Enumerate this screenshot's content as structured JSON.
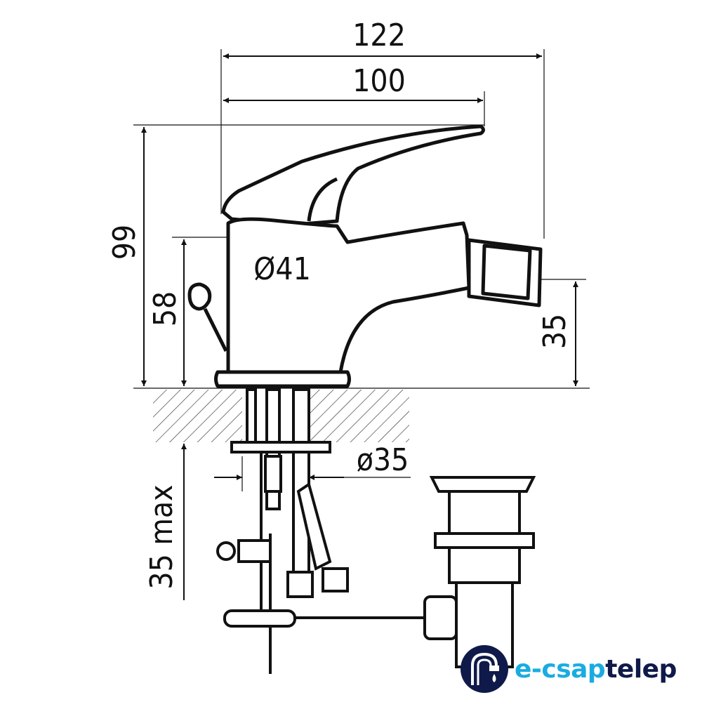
{
  "dimensions": {
    "overall_width": "122",
    "lever_width": "100",
    "total_height": "99",
    "body_height": "58",
    "body_diameter": "Ø41",
    "spout_height": "35",
    "hole_diameter": "ø35",
    "max_thickness": "35 max"
  },
  "logo": {
    "brand_part1": "e-csap",
    "brand_part2": "telep",
    "color_part1": "#1aace0",
    "color_part2": "#0f1a4a"
  }
}
